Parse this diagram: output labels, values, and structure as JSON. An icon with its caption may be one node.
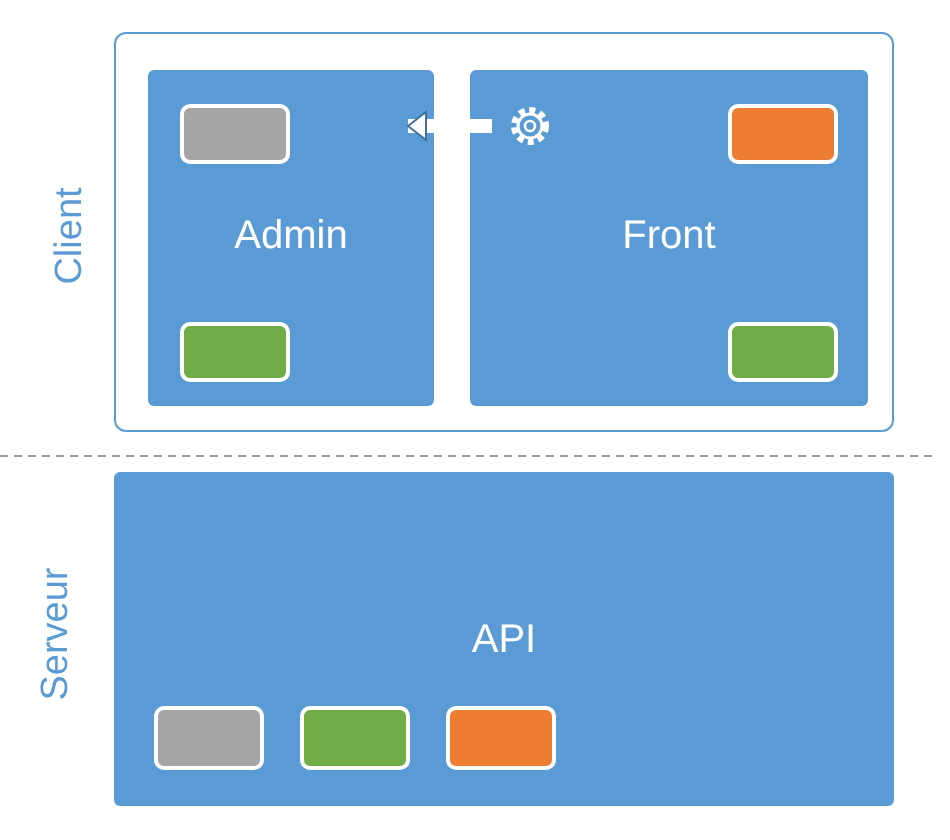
{
  "diagram": {
    "nodes": [
      {
        "text": [
          "Client"
        ]
      },
      {
        "text": [
          "Admin"
        ],
        "in": 0
      },
      {
        "text": [],
        "shape": "box",
        "in": 1
      },
      {
        "text": [],
        "shape": "box",
        "in": 1
      },
      {
        "text": [
          "Front"
        ],
        "in": 0
      },
      {
        "text": [],
        "shape": "box",
        "in": 4
      },
      {
        "text": [],
        "shape": "box",
        "in": 4
      },
      {
        "text": [
          "API"
        ]
      },
      {
        "text": [],
        "shape": "box",
        "in": 7
      },
      {
        "text": [],
        "shape": "box",
        "in": 7
      },
      {
        "text": [],
        "shape": "box",
        "in": 7
      }
    ],
    "edges": [
      {
        "from": 4,
        "to": 1,
        "arrow": "to"
      }
    ],
    "labels": [
      "Serveur"
    ]
  }
}
